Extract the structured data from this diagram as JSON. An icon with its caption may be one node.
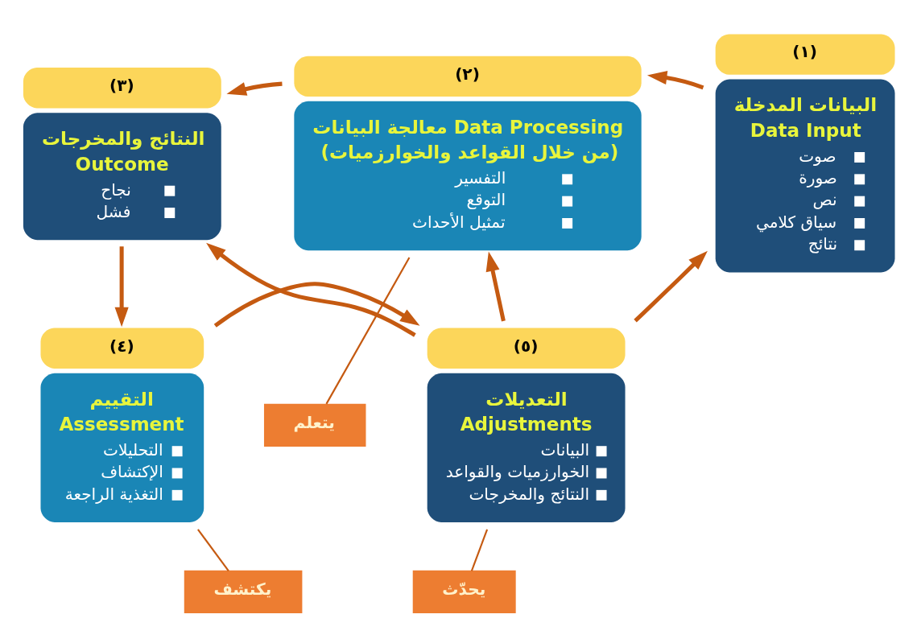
{
  "diagram": {
    "nodes": [
      {
        "text": [
          "البيانات المدخلة",
          "Data Input",
          "صوت",
          "صورة",
          "نص",
          "سياق كلامي",
          "نتائج"
        ],
        "beside": [
          "(١)"
        ]
      },
      {
        "text": [
          "معالجة البيانات Data Processing",
          "(من خلال القواعد والخوارزميات)",
          "التفسير",
          "التوقع",
          "تمثيل الأحداث"
        ],
        "beside": [
          "(٢)"
        ]
      },
      {
        "text": [
          "النتائج والمخرجات",
          "Outcome",
          "نجاح",
          "فشل"
        ],
        "beside": [
          "(٣)"
        ]
      },
      {
        "text": [
          "التقييم",
          "Assessment",
          "التحليلات",
          "الإكتشاف",
          "التغذية الراجعة"
        ],
        "beside": [
          "(٤)"
        ]
      },
      {
        "text": [
          "التعديلات",
          "Adjustments",
          "البيانات",
          "الخوارزميات والقواعد",
          "النتائج والمخرجات"
        ],
        "beside": [
          "(٥)"
        ]
      },
      {
        "text": [
          "يتعلم"
        ]
      },
      {
        "text": [
          "يكتشف"
        ]
      },
      {
        "text": [
          "يحدّث"
        ]
      }
    ],
    "edges": [
      {
        "from": 0,
        "to": 1,
        "arrow": "to"
      },
      {
        "from": 1,
        "to": 2,
        "arrow": "to"
      },
      {
        "from": 2,
        "to": 3,
        "arrow": "to"
      },
      {
        "from": 3,
        "to": 4,
        "arrow": "to"
      },
      {
        "from": 4,
        "to": 1,
        "arrow": "to"
      },
      {
        "from": 4,
        "to": 0,
        "arrow": "to"
      },
      {
        "from": 4,
        "to": 2,
        "arrow": "to"
      },
      {
        "from": 1,
        "to": 5,
        "arrow": "none"
      },
      {
        "from": 3,
        "to": 6,
        "arrow": "none"
      },
      {
        "from": 4,
        "to": 7,
        "arrow": "none"
      }
    ]
  }
}
